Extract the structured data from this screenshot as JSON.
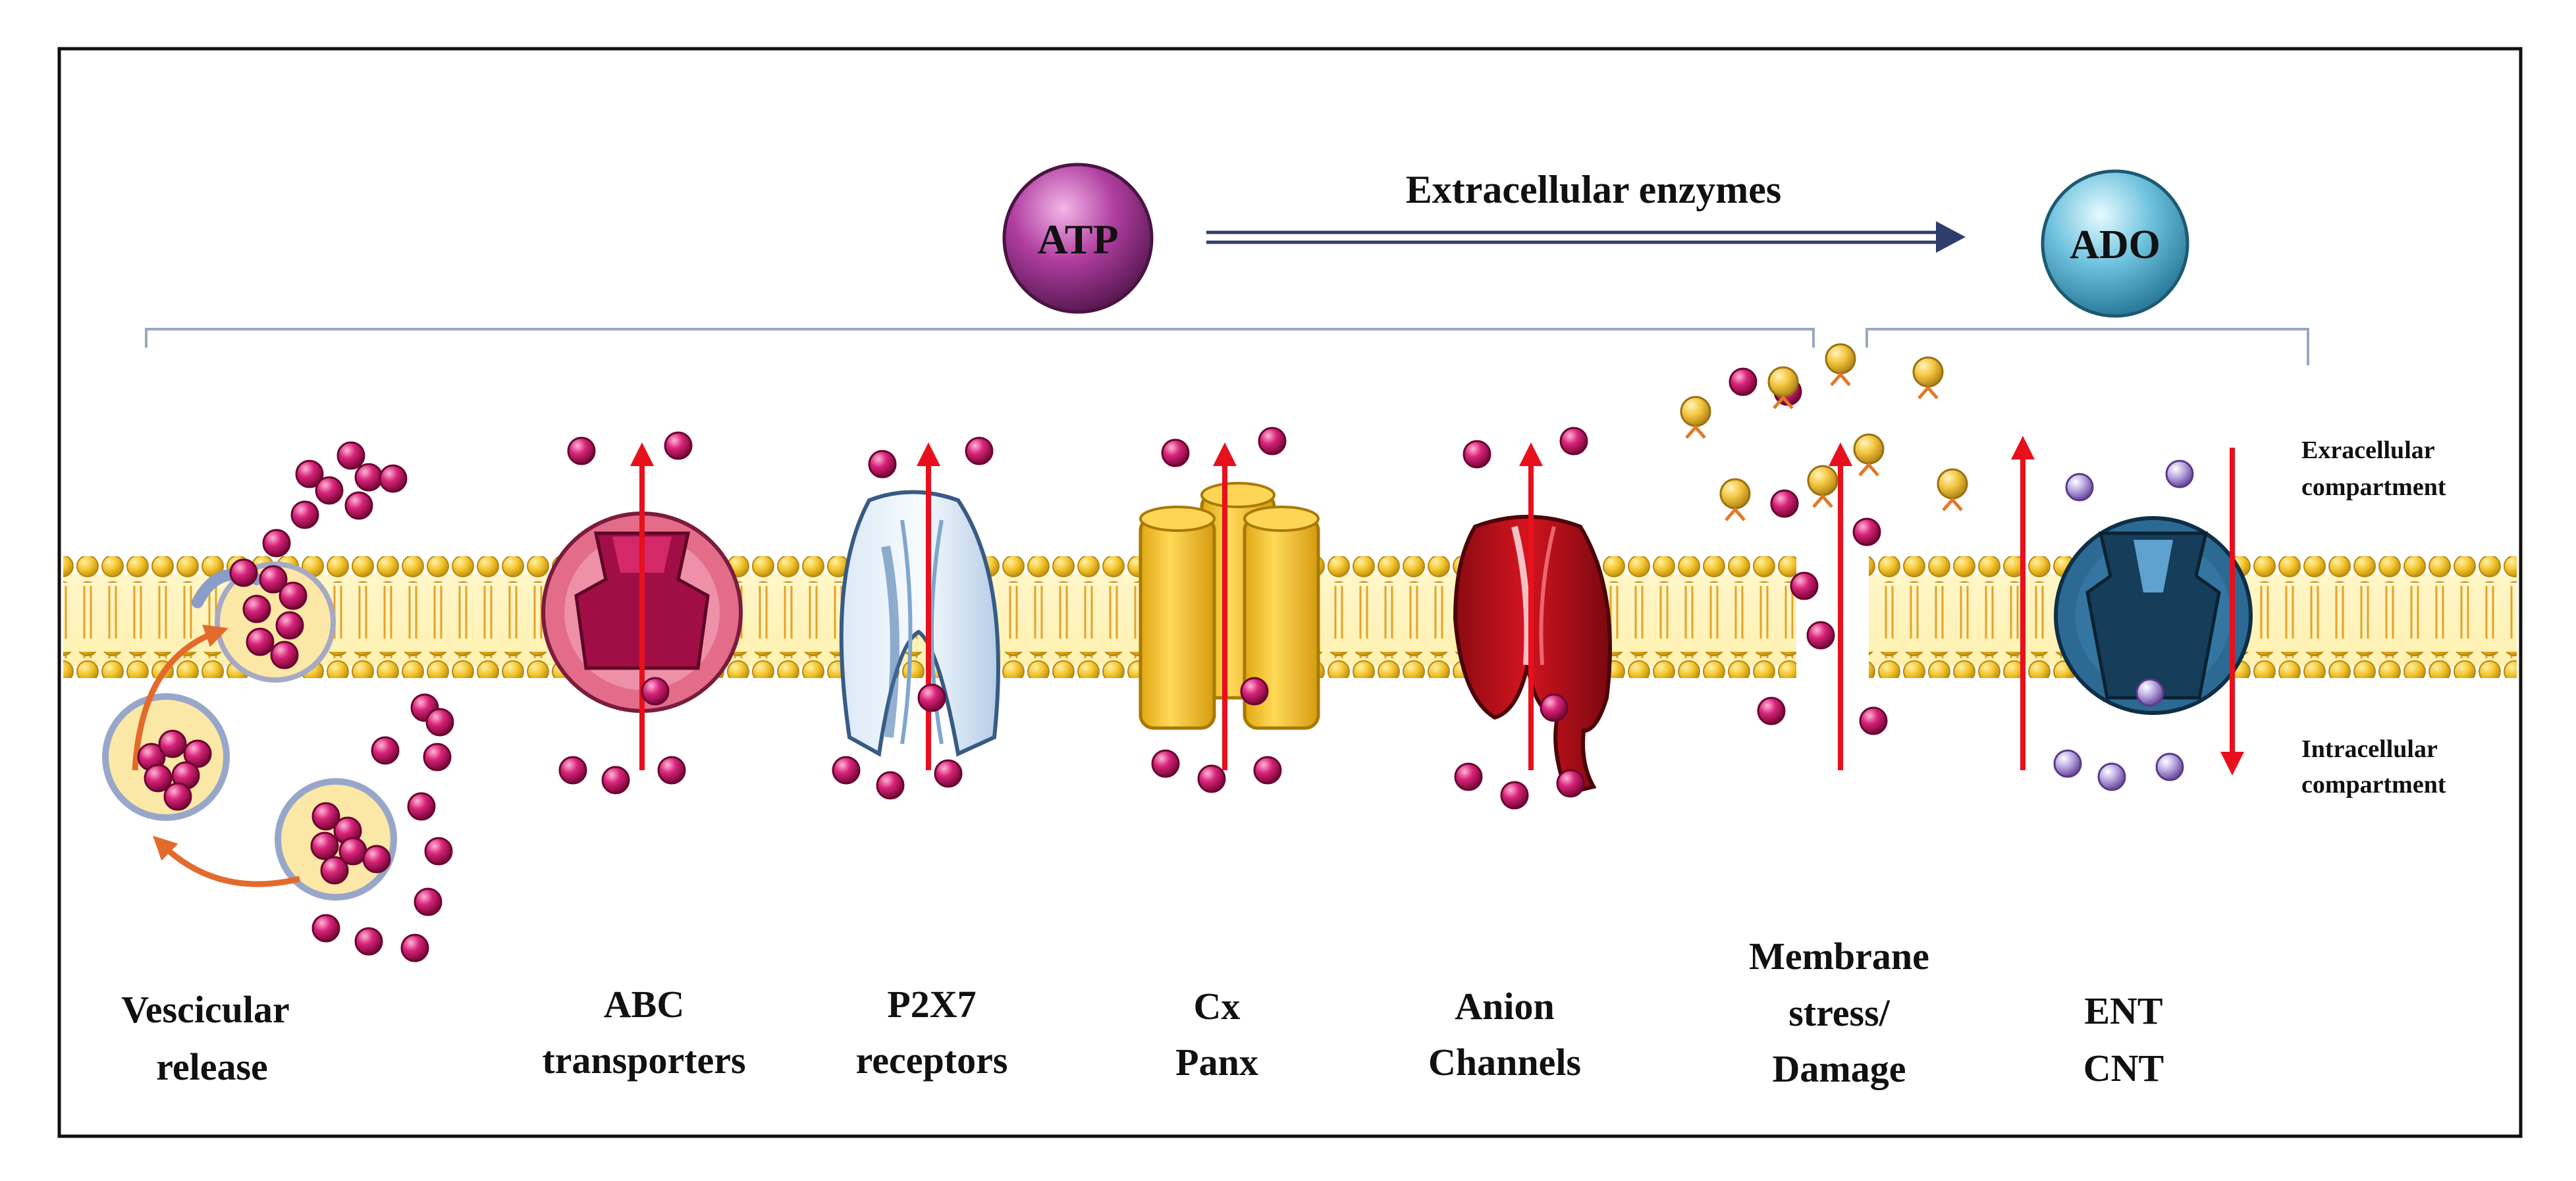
{
  "header": {
    "atp_label": "ATP",
    "ado_label": "ADO",
    "enzymes_label": "Extracellular enzymes"
  },
  "compartments": {
    "extracellular_line1": "Exracellular",
    "extracellular_line2": "compartment",
    "intracellular_line1": "Intracellular",
    "intracellular_line2": "compartment"
  },
  "mechanisms": [
    {
      "line1": "Vescicular",
      "line2": "release"
    },
    {
      "line1": "ABC",
      "line2": "transporters"
    },
    {
      "line1": "P2X7",
      "line2": "receptors"
    },
    {
      "line1": "Cx",
      "line2": "Panx"
    },
    {
      "line1": "Anion",
      "line2": "Channels"
    },
    {
      "line1": "Membrane",
      "line2": "stress/",
      "line3": "Damage"
    },
    {
      "line1": "ENT",
      "line2": "CNT"
    }
  ],
  "colors": {
    "atp_sphere": "#a0308f",
    "ado_sphere": "#5cb3d0",
    "atp_molecule": "#c3105f",
    "adenosine_molecule": "#f0c23a",
    "membrane_head": "#f2c22e",
    "transport_arrow": "#e8101c",
    "recycle_arrow": "#e46a2c",
    "enzyme_arrow": "#2f3d6c",
    "abc_transporter": "#e05a7e",
    "p2x7_receptor": "#bcd4ec",
    "connexin": "#f5c12e",
    "anion_channel": "#c0101c",
    "ent_cnt": "#2a5f86"
  }
}
